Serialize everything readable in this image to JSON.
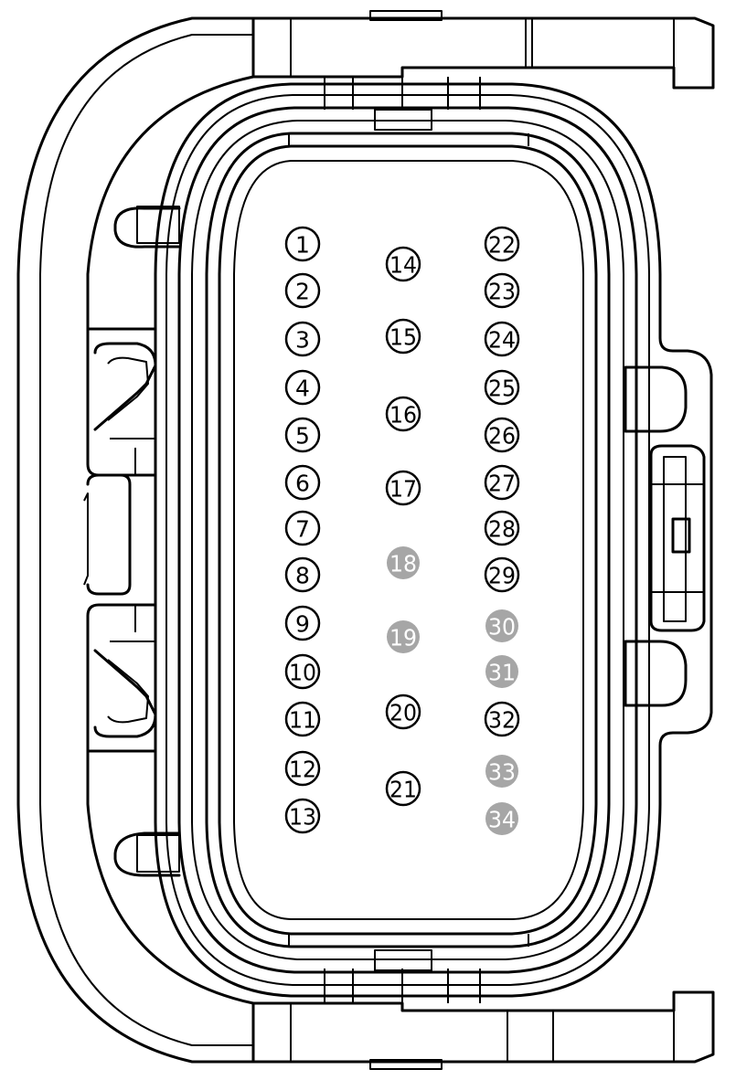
{
  "connector": {
    "pin_style": {
      "active_stroke": "#000000",
      "active_fill": "#ffffff",
      "active_text": "#000000",
      "unused_fill": "#a6a6a6",
      "unused_text": "#ffffff"
    },
    "pins": [
      {
        "label": "1",
        "unused": false
      },
      {
        "label": "2",
        "unused": false
      },
      {
        "label": "3",
        "unused": false
      },
      {
        "label": "4",
        "unused": false
      },
      {
        "label": "5",
        "unused": false
      },
      {
        "label": "6",
        "unused": false
      },
      {
        "label": "7",
        "unused": false
      },
      {
        "label": "8",
        "unused": false
      },
      {
        "label": "9",
        "unused": false
      },
      {
        "label": "10",
        "unused": false
      },
      {
        "label": "11",
        "unused": false
      },
      {
        "label": "12",
        "unused": false
      },
      {
        "label": "13",
        "unused": false
      },
      {
        "label": "14",
        "unused": false
      },
      {
        "label": "15",
        "unused": false
      },
      {
        "label": "16",
        "unused": false
      },
      {
        "label": "17",
        "unused": false
      },
      {
        "label": "18",
        "unused": true
      },
      {
        "label": "19",
        "unused": true
      },
      {
        "label": "20",
        "unused": false
      },
      {
        "label": "21",
        "unused": false
      },
      {
        "label": "22",
        "unused": false
      },
      {
        "label": "23",
        "unused": false
      },
      {
        "label": "24",
        "unused": false
      },
      {
        "label": "25",
        "unused": false
      },
      {
        "label": "26",
        "unused": false
      },
      {
        "label": "27",
        "unused": false
      },
      {
        "label": "28",
        "unused": false
      },
      {
        "label": "29",
        "unused": false
      },
      {
        "label": "30",
        "unused": true
      },
      {
        "label": "31",
        "unused": true
      },
      {
        "label": "32",
        "unused": false
      },
      {
        "label": "33",
        "unused": true
      },
      {
        "label": "34",
        "unused": true
      }
    ]
  }
}
